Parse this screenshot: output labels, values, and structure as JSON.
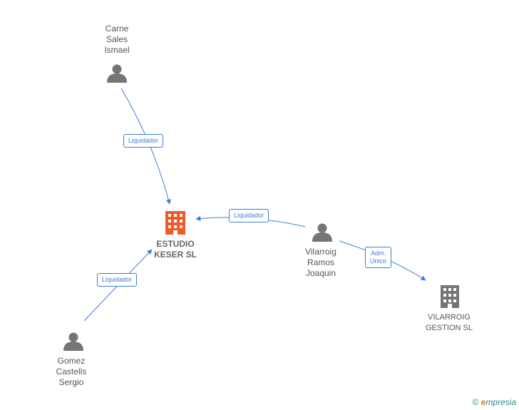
{
  "nodes": {
    "carne": {
      "lines": [
        "Carne",
        "Sales",
        "Ismael"
      ]
    },
    "estudio": {
      "lines": [
        "ESTUDIO",
        "KESER SL"
      ]
    },
    "vilarroig_person": {
      "lines": [
        "Vilarroig",
        "Ramos",
        "Joaquin"
      ]
    },
    "vilarroig_gestion": {
      "lines": [
        "VILARROIG",
        "GESTION SL"
      ]
    },
    "gomez": {
      "lines": [
        "Gomez",
        "Castells",
        "Sergio"
      ]
    }
  },
  "edges": {
    "carne_estudio": {
      "lines": [
        "Liquidador"
      ]
    },
    "vilarroig_estudio": {
      "lines": [
        "Liquidador"
      ]
    },
    "gomez_estudio": {
      "lines": [
        "Liquidador"
      ]
    },
    "vilarroig_gestion": {
      "lines": [
        "Adm.",
        "Unico"
      ]
    }
  },
  "colors": {
    "edge": "#3b7dd8",
    "person_icon": "#757575",
    "main_company_icon": "#f05a28",
    "company_icon": "#757575"
  },
  "footer": {
    "copyright_symbol": "©",
    "brand_initial": "e",
    "brand_rest": "mpresia"
  },
  "icons": {
    "person": "person-icon",
    "company": "building-icon"
  }
}
